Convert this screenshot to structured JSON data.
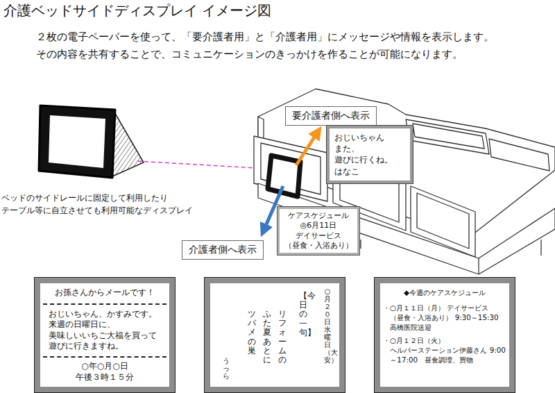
{
  "diagram": {
    "title": "介護ベッドサイドディスプレイ イメージ図",
    "nodes": [
      {
        "text": [
          "要介護者側へ表示"
        ]
      },
      {
        "text": [
          "おじいちゃん また、遊びに行くね。 はなこ"
        ]
      },
      {
        "text": [
          "ケアスケジュール ◎6月11日 デイサービス （昼食・入浴あり）"
        ]
      },
      {
        "text": [
          "介護者側へ表示"
        ]
      },
      {
        "text": [
          "お孫さんからメールです！",
          "おじいちゃん、かすみです。 来週の日曜日に、 美味しいいちご大福を買って 遊びに行きますね。",
          "○年○月○日 午後３時１５分"
        ]
      },
      {
        "text": [
          "○月２０日 水曜日（大安）",
          "【今日の一句】",
          "リフォームの",
          "ふた夏あとに",
          "ツバメの巣",
          "うっら"
        ]
      },
      {
        "text": [
          "◆今週のケアスケジュール",
          "・○月１１日（月） デイサービス（昼食・入浴あり） 9:30～15:30　高橋医院送迎",
          "・○月１２日（火） ヘルパーステーション伊藤さん 9:00～17:00　昼食調理、買物"
        ]
      }
    ],
    "labels": [
      "２枚の電子ペーパーを使って、「要介護者用」と「介護者用」にメッセージや情報を表示します。",
      "その内容を共有することで、コミュニケーションのきっかけを作ることが可能になります。",
      "ベッドのサイドレールに固定して利用したり テーブル等に自立させても利用可能なディスプレイ"
    ]
  }
}
